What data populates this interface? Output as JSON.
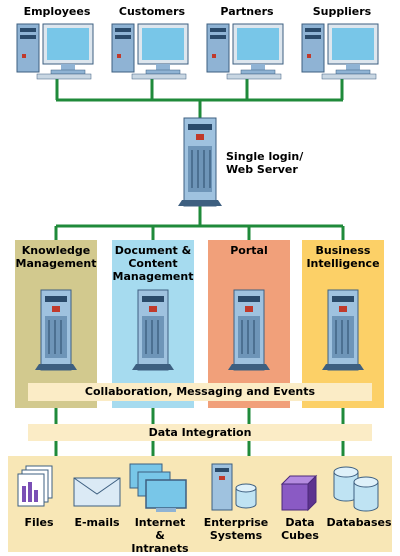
{
  "users": [
    {
      "label": "Employees"
    },
    {
      "label": "Customers"
    },
    {
      "label": "Partners"
    },
    {
      "label": "Suppliers"
    }
  ],
  "server": {
    "label": "Single login/\nWeb Server"
  },
  "modules": [
    {
      "label": "Knowledge\nManagement",
      "color": "#d2c98e"
    },
    {
      "label": "Document &\nContent\nManagement",
      "color": "#a6dbef"
    },
    {
      "label": "Portal",
      "color": "#f1a07a"
    },
    {
      "label": "Business\nIntelligence",
      "color": "#fcd067"
    }
  ],
  "collaboration": {
    "label": "Collaboration, Messaging and Events"
  },
  "integration": {
    "label": "Data Integration"
  },
  "sources": [
    {
      "label": "Files",
      "icon": "files-icon"
    },
    {
      "label": "E-mails",
      "icon": "envelope-icon"
    },
    {
      "label": "Internet &\nIntranets",
      "icon": "network-computers-icon"
    },
    {
      "label": "Enterprise\nSystems",
      "icon": "server-database-icon"
    },
    {
      "label": "Data\nCubes",
      "icon": "cube-icon"
    },
    {
      "label": "Databases",
      "icon": "database-icon"
    }
  ],
  "colors": {
    "connector": "#1f8a3a",
    "band": "#fbecc6",
    "sources_bg": "#f8e7b6"
  }
}
